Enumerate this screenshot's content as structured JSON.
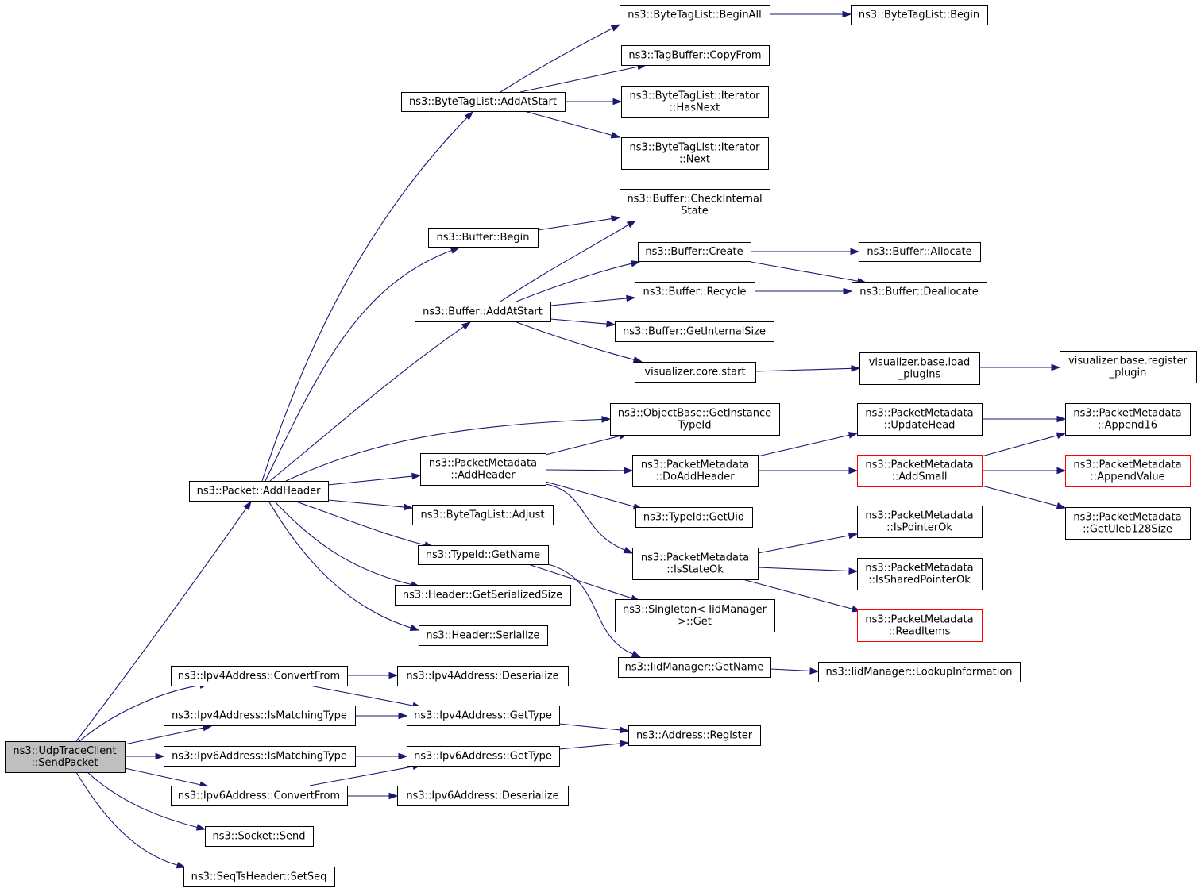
{
  "colors": {
    "edge": "#191970",
    "node_border": "#000000",
    "node_fill": "#ffffff",
    "root_fill": "#bfbfbf",
    "incomplete_border": "#ff0000",
    "text": "#000000"
  },
  "nodes": [
    {
      "id": "root",
      "lines": [
        "ns3::UdpTraceClient",
        "::SendPacket"
      ],
      "style": "root"
    },
    {
      "id": "pkt_addheader",
      "lines": [
        "ns3::Packet::AddHeader"
      ]
    },
    {
      "id": "btl_addatstart",
      "lines": [
        "ns3::ByteTagList::AddAtStart"
      ]
    },
    {
      "id": "btl_beginall",
      "lines": [
        "ns3::ByteTagList::BeginAll"
      ]
    },
    {
      "id": "btl_begin",
      "lines": [
        "ns3::ByteTagList::Begin"
      ]
    },
    {
      "id": "tagbuf_copyfrom",
      "lines": [
        "ns3::TagBuffer::CopyFrom"
      ]
    },
    {
      "id": "btl_it_hasnext",
      "lines": [
        "ns3::ByteTagList::Iterator",
        "::HasNext"
      ]
    },
    {
      "id": "btl_it_next",
      "lines": [
        "ns3::ByteTagList::Iterator",
        "::Next"
      ]
    },
    {
      "id": "buf_checkinternal",
      "lines": [
        "ns3::Buffer::CheckInternal",
        "State"
      ]
    },
    {
      "id": "buf_begin",
      "lines": [
        "ns3::Buffer::Begin"
      ]
    },
    {
      "id": "buf_create",
      "lines": [
        "ns3::Buffer::Create"
      ]
    },
    {
      "id": "buf_allocate",
      "lines": [
        "ns3::Buffer::Allocate"
      ]
    },
    {
      "id": "buf_recycle",
      "lines": [
        "ns3::Buffer::Recycle"
      ]
    },
    {
      "id": "buf_deallocate",
      "lines": [
        "ns3::Buffer::Deallocate"
      ]
    },
    {
      "id": "buf_addatstart",
      "lines": [
        "ns3::Buffer::AddAtStart"
      ]
    },
    {
      "id": "buf_getinternalsize",
      "lines": [
        "ns3::Buffer::GetInternalSize"
      ]
    },
    {
      "id": "viz_core_start",
      "lines": [
        "visualizer.core.start"
      ]
    },
    {
      "id": "viz_load_plugins",
      "lines": [
        "visualizer.base.load",
        "_plugins"
      ]
    },
    {
      "id": "viz_register_plugin",
      "lines": [
        "visualizer.base.register",
        "_plugin"
      ]
    },
    {
      "id": "objbase_gettypeid",
      "lines": [
        "ns3::ObjectBase::GetInstance",
        "TypeId"
      ]
    },
    {
      "id": "pm_updatehead",
      "lines": [
        "ns3::PacketMetadata",
        "::UpdateHead"
      ]
    },
    {
      "id": "pm_append16",
      "lines": [
        "ns3::PacketMetadata",
        "::Append16"
      ]
    },
    {
      "id": "pm_addheader",
      "lines": [
        "ns3::PacketMetadata",
        "::AddHeader"
      ]
    },
    {
      "id": "pm_doaddheader",
      "lines": [
        "ns3::PacketMetadata",
        "::DoAddHeader"
      ]
    },
    {
      "id": "pm_addsmall",
      "lines": [
        "ns3::PacketMetadata",
        "::AddSmall"
      ],
      "style": "incomplete"
    },
    {
      "id": "pm_appendvalue",
      "lines": [
        "ns3::PacketMetadata",
        "::AppendValue"
      ],
      "style": "incomplete"
    },
    {
      "id": "btl_adjust",
      "lines": [
        "ns3::ByteTagList::Adjust"
      ]
    },
    {
      "id": "typeid_getuid",
      "lines": [
        "ns3::TypeId::GetUid"
      ]
    },
    {
      "id": "pm_getuleb128",
      "lines": [
        "ns3::PacketMetadata",
        "::GetUleb128Size"
      ]
    },
    {
      "id": "pm_ispointerok",
      "lines": [
        "ns3::PacketMetadata",
        "::IsPointerOk"
      ]
    },
    {
      "id": "typeid_getname",
      "lines": [
        "ns3::TypeId::GetName"
      ]
    },
    {
      "id": "pm_isstateok",
      "lines": [
        "ns3::PacketMetadata",
        "::IsStateOk"
      ]
    },
    {
      "id": "pm_issharedpointerok",
      "lines": [
        "ns3::PacketMetadata",
        "::IsSharedPointerOk"
      ]
    },
    {
      "id": "hdr_getserializedsize",
      "lines": [
        "ns3::Header::GetSerializedSize"
      ]
    },
    {
      "id": "singleton_get",
      "lines": [
        "ns3::Singleton< IidManager",
        ">::Get"
      ]
    },
    {
      "id": "pm_readitems",
      "lines": [
        "ns3::PacketMetadata",
        "::ReadItems"
      ],
      "style": "incomplete"
    },
    {
      "id": "hdr_serialize",
      "lines": [
        "ns3::Header::Serialize"
      ]
    },
    {
      "id": "iid_getname",
      "lines": [
        "ns3::IidManager::GetName"
      ]
    },
    {
      "id": "iid_lookupinfo",
      "lines": [
        "ns3::IidManager::LookupInformation"
      ]
    },
    {
      "id": "ipv4_convertfrom",
      "lines": [
        "ns3::Ipv4Address::ConvertFrom"
      ]
    },
    {
      "id": "ipv4_deserialize",
      "lines": [
        "ns3::Ipv4Address::Deserialize"
      ]
    },
    {
      "id": "ipv4_ismatchingtype",
      "lines": [
        "ns3::Ipv4Address::IsMatchingType"
      ]
    },
    {
      "id": "ipv4_gettype",
      "lines": [
        "ns3::Ipv4Address::GetType"
      ]
    },
    {
      "id": "addr_register",
      "lines": [
        "ns3::Address::Register"
      ]
    },
    {
      "id": "ipv6_ismatchingtype",
      "lines": [
        "ns3::Ipv6Address::IsMatchingType"
      ]
    },
    {
      "id": "ipv6_gettype",
      "lines": [
        "ns3::Ipv6Address::GetType"
      ]
    },
    {
      "id": "ipv6_convertfrom",
      "lines": [
        "ns3::Ipv6Address::ConvertFrom"
      ]
    },
    {
      "id": "ipv6_deserialize",
      "lines": [
        "ns3::Ipv6Address::Deserialize"
      ]
    },
    {
      "id": "socket_send",
      "lines": [
        "ns3::Socket::Send"
      ]
    },
    {
      "id": "seqts_setseq",
      "lines": [
        "ns3::SeqTsHeader::SetSeq"
      ]
    }
  ],
  "edges": [
    [
      "root",
      "pkt_addheader"
    ],
    [
      "root",
      "ipv4_convertfrom"
    ],
    [
      "root",
      "ipv4_ismatchingtype"
    ],
    [
      "root",
      "ipv6_ismatchingtype"
    ],
    [
      "root",
      "ipv6_convertfrom"
    ],
    [
      "root",
      "socket_send"
    ],
    [
      "root",
      "seqts_setseq"
    ],
    [
      "pkt_addheader",
      "btl_addatstart"
    ],
    [
      "pkt_addheader",
      "buf_begin"
    ],
    [
      "pkt_addheader",
      "buf_addatstart"
    ],
    [
      "pkt_addheader",
      "objbase_gettypeid"
    ],
    [
      "pkt_addheader",
      "pm_addheader"
    ],
    [
      "pkt_addheader",
      "btl_adjust"
    ],
    [
      "pkt_addheader",
      "typeid_getname"
    ],
    [
      "pkt_addheader",
      "hdr_getserializedsize"
    ],
    [
      "pkt_addheader",
      "hdr_serialize"
    ],
    [
      "btl_addatstart",
      "btl_beginall"
    ],
    [
      "btl_addatstart",
      "tagbuf_copyfrom"
    ],
    [
      "btl_addatstart",
      "btl_it_hasnext"
    ],
    [
      "btl_addatstart",
      "btl_it_next"
    ],
    [
      "btl_beginall",
      "btl_begin"
    ],
    [
      "buf_begin",
      "buf_checkinternal"
    ],
    [
      "buf_addatstart",
      "buf_checkinternal"
    ],
    [
      "buf_addatstart",
      "buf_create"
    ],
    [
      "buf_addatstart",
      "buf_recycle"
    ],
    [
      "buf_addatstart",
      "buf_getinternalsize"
    ],
    [
      "buf_addatstart",
      "viz_core_start"
    ],
    [
      "buf_create",
      "buf_allocate"
    ],
    [
      "buf_create",
      "buf_deallocate"
    ],
    [
      "buf_recycle",
      "buf_deallocate"
    ],
    [
      "viz_core_start",
      "viz_load_plugins"
    ],
    [
      "viz_load_plugins",
      "viz_register_plugin"
    ],
    [
      "pm_addheader",
      "objbase_gettypeid"
    ],
    [
      "pm_addheader",
      "pm_doaddheader"
    ],
    [
      "pm_addheader",
      "typeid_getuid"
    ],
    [
      "pm_addheader",
      "pm_isstateok"
    ],
    [
      "pm_doaddheader",
      "pm_updatehead"
    ],
    [
      "pm_doaddheader",
      "pm_addsmall"
    ],
    [
      "pm_updatehead",
      "pm_append16"
    ],
    [
      "pm_addsmall",
      "pm_append16"
    ],
    [
      "pm_addsmall",
      "pm_appendvalue"
    ],
    [
      "pm_addsmall",
      "pm_getuleb128"
    ],
    [
      "pm_isstateok",
      "pm_ispointerok"
    ],
    [
      "pm_isstateok",
      "pm_issharedpointerok"
    ],
    [
      "pm_isstateok",
      "pm_readitems"
    ],
    [
      "typeid_getname",
      "singleton_get"
    ],
    [
      "typeid_getname",
      "iid_getname"
    ],
    [
      "iid_getname",
      "iid_lookupinfo"
    ],
    [
      "ipv4_convertfrom",
      "ipv4_deserialize"
    ],
    [
      "ipv4_convertfrom",
      "ipv4_gettype"
    ],
    [
      "ipv4_ismatchingtype",
      "ipv4_gettype"
    ],
    [
      "ipv4_gettype",
      "addr_register"
    ],
    [
      "ipv6_ismatchingtype",
      "ipv6_gettype"
    ],
    [
      "ipv6_gettype",
      "addr_register"
    ],
    [
      "ipv6_convertfrom",
      "ipv6_gettype"
    ],
    [
      "ipv6_convertfrom",
      "ipv6_deserialize"
    ]
  ]
}
